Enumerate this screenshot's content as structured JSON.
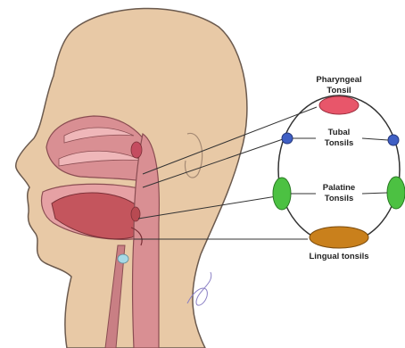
{
  "labels": {
    "pharyngeal_line1": "Pharyngeal",
    "pharyngeal_line2": "Tonsil",
    "tubal_line1": "Tubal",
    "tubal_line2": "Tonsils",
    "palatine_line1": "Palatine",
    "palatine_line2": "Tonsils",
    "lingual": "Lingual tonsils"
  },
  "colors": {
    "skin": "#e8c9a6",
    "outline": "#6b5a4e",
    "cavity": "#d98f93",
    "tongue": "#c4555d",
    "pharyngeal": "#e8566a",
    "tubal": "#3f5fc4",
    "palatine": "#4cc142",
    "lingual": "#c9801c"
  }
}
